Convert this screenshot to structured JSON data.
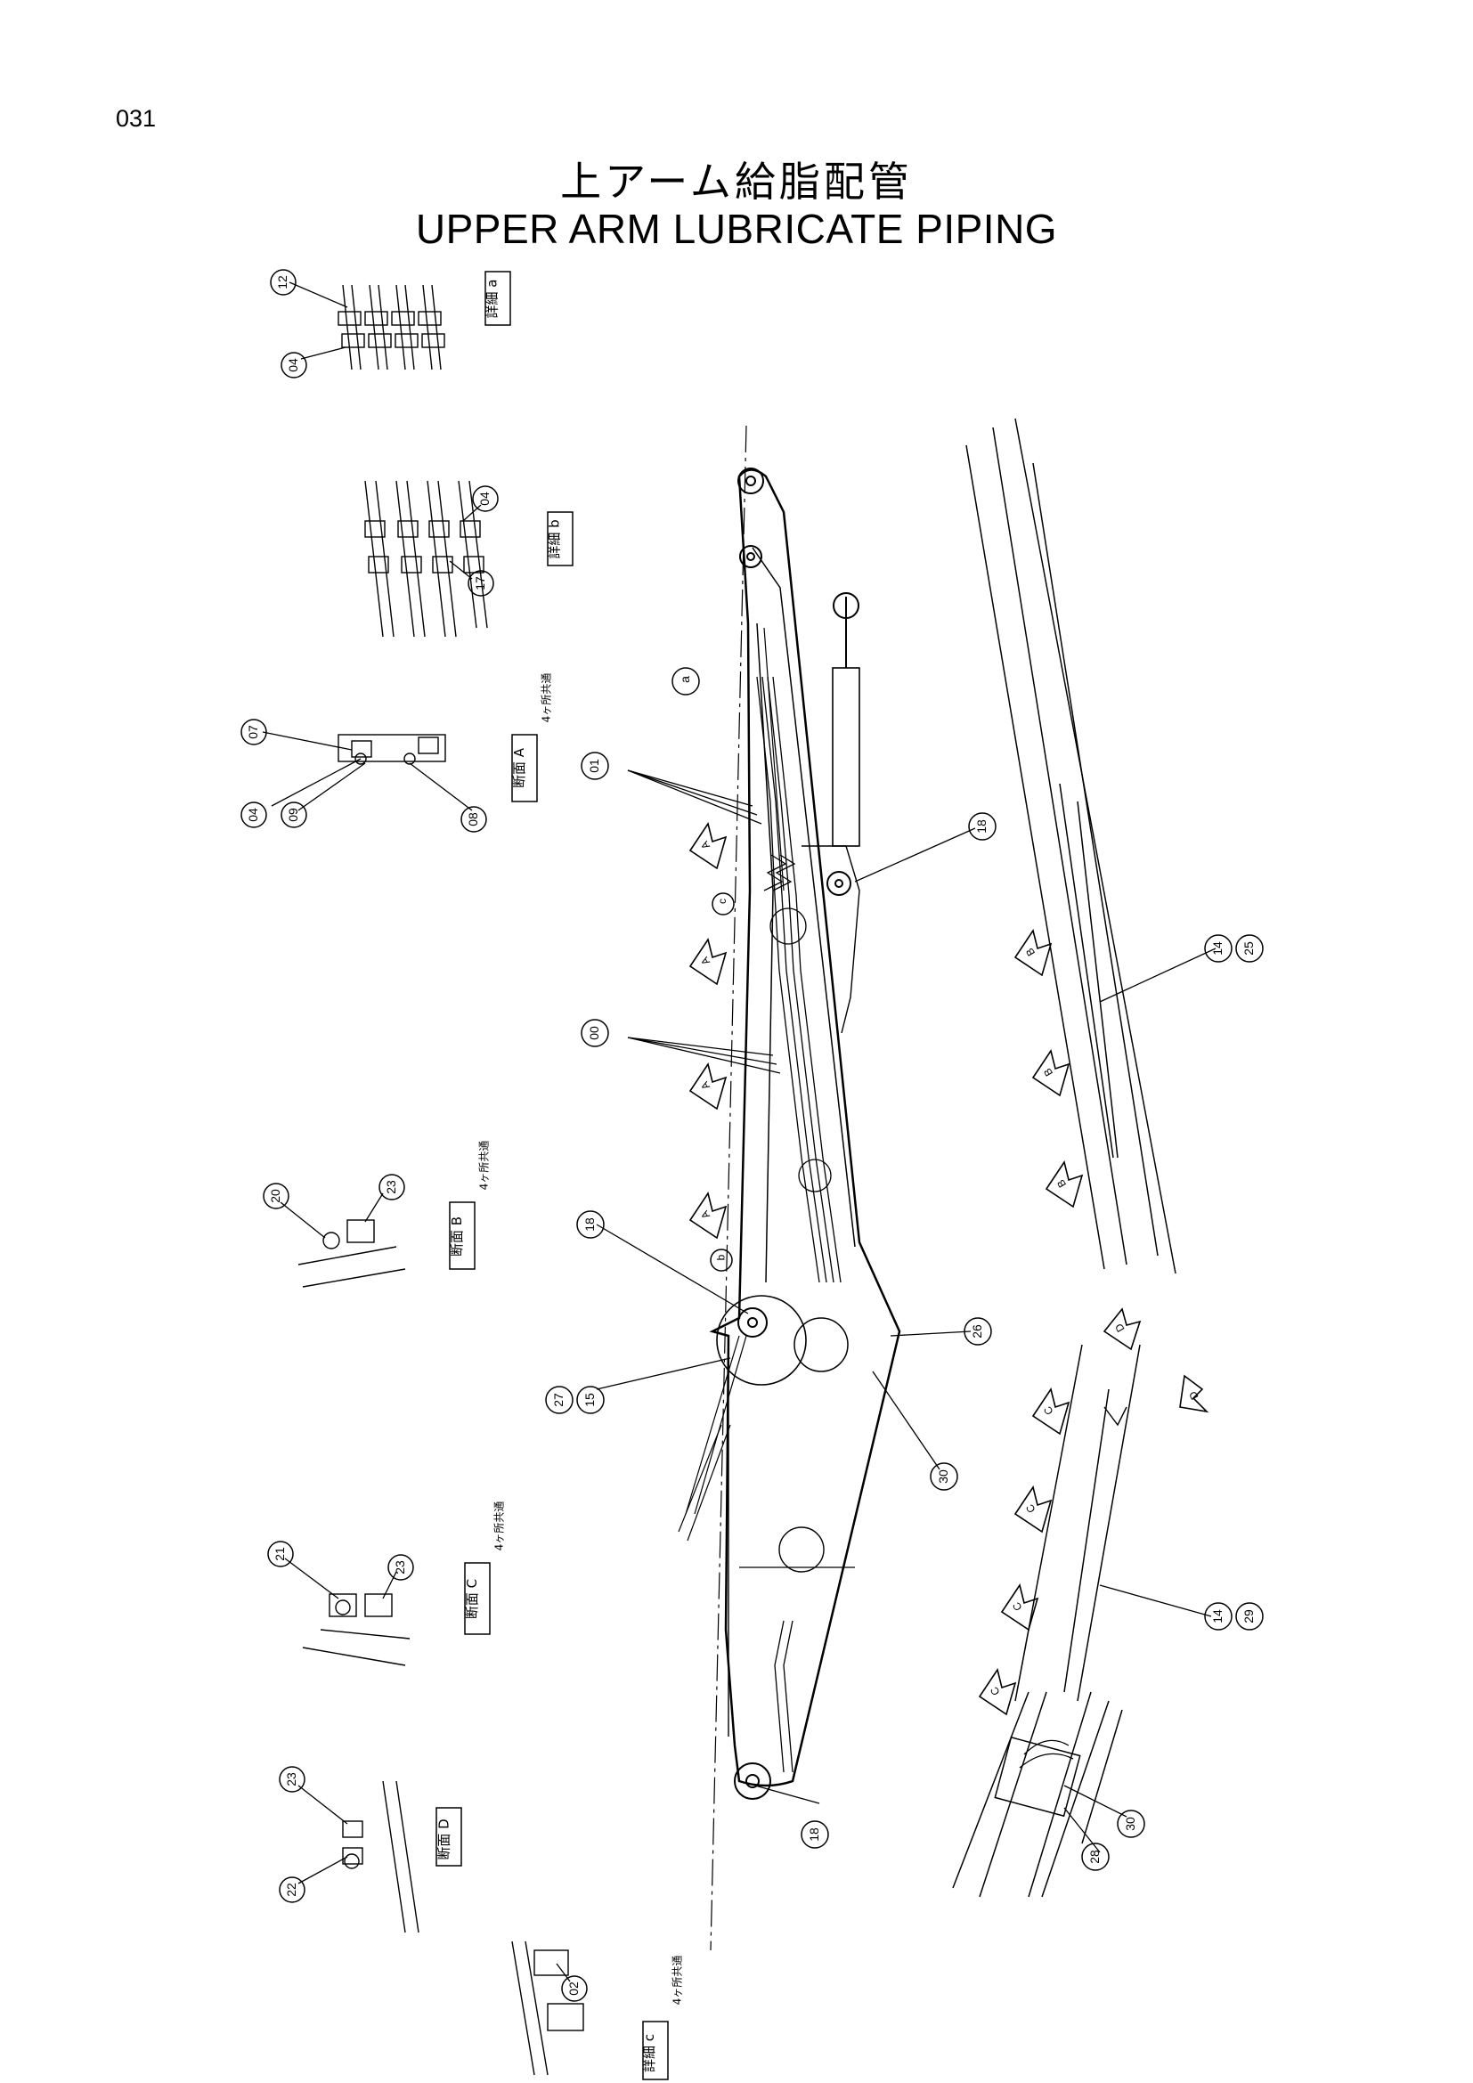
{
  "page_number": "031",
  "title_jp": "上アーム給脂配管",
  "title_en": "UPPER ARM LUBRICATE PIPING",
  "detail_views": {
    "detail_a": {
      "box": "詳細 a",
      "callouts": [
        "12",
        "04"
      ]
    },
    "detail_b": {
      "box": "詳細 b",
      "callouts": [
        "04",
        "17"
      ]
    },
    "section_a": {
      "box": "断面 A",
      "note": "4ヶ所共通",
      "callouts": [
        "07",
        "04",
        "09",
        "08"
      ]
    },
    "section_b": {
      "box": "断面 B",
      "note": "4ヶ所共通",
      "callouts": [
        "20",
        "23"
      ]
    },
    "section_c": {
      "box": "断面 C",
      "note": "4ヶ所共通",
      "callouts": [
        "21",
        "23"
      ]
    },
    "section_d": {
      "box": "断面 D",
      "callouts": [
        "23",
        "22"
      ]
    },
    "detail_c": {
      "box": "詳細 c",
      "note": "4ヶ所共通",
      "callouts": [
        "02"
      ]
    }
  },
  "main_view": {
    "callouts": [
      "01",
      "00",
      "18",
      "18",
      "27",
      "15",
      "30",
      "26",
      "18",
      "14",
      "25",
      "14",
      "29",
      "30",
      "28"
    ],
    "detail_markers": [
      "a",
      "c",
      "b"
    ],
    "section_arrows": [
      "A",
      "A",
      "A",
      "A",
      "B",
      "B",
      "B",
      "C",
      "C",
      "C",
      "C",
      "D",
      "D"
    ]
  }
}
